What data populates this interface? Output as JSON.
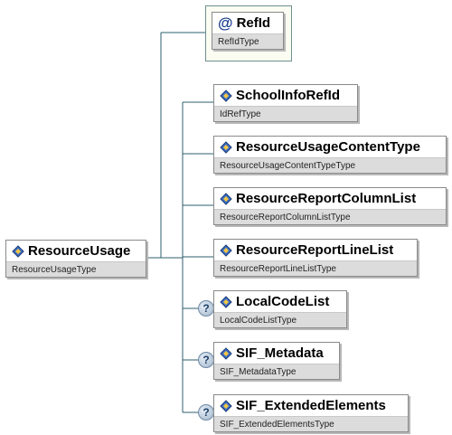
{
  "root": {
    "name": "ResourceUsage",
    "type": "ResourceUsageType"
  },
  "attribute": {
    "name": "RefId",
    "type": "RefIdType",
    "icon": "attribute-icon"
  },
  "children": [
    {
      "name": "SchoolInfoRefId",
      "type": "IdRefType",
      "optional": false
    },
    {
      "name": "ResourceUsageContentType",
      "type": "ResourceUsageContentTypeType",
      "optional": false
    },
    {
      "name": "ResourceReportColumnList",
      "type": "ResourceReportColumnListType",
      "optional": false
    },
    {
      "name": "ResourceReportLineList",
      "type": "ResourceReportLineListType",
      "optional": false
    },
    {
      "name": "LocalCodeList",
      "type": "LocalCodeListType",
      "optional": true
    },
    {
      "name": "SIF_Metadata",
      "type": "SIF_MetadataType",
      "optional": true
    },
    {
      "name": "SIF_ExtendedElements",
      "type": "SIF_ExtendedElementsType",
      "optional": true
    }
  ],
  "colors": {
    "connector": "#2f5f6f",
    "type_bar": "#dcdcdc",
    "attribute_border": "#6f8f8f"
  }
}
